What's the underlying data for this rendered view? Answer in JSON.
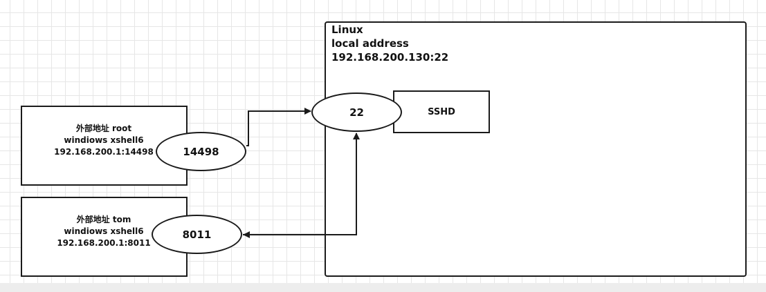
{
  "linux": {
    "lines": [
      "Linux",
      "local address",
      "192.168.200.130:22"
    ]
  },
  "sshd": {
    "label": "SSHD"
  },
  "server_port": {
    "label": "22"
  },
  "clients": [
    {
      "lines": [
        "外部地址 root",
        "windiows xshell6",
        "192.168.200.1:14498"
      ],
      "port": "14498"
    },
    {
      "lines": [
        "外部地址 tom",
        "windiows xshell6",
        "192.168.200.1:8011"
      ],
      "port": "8011"
    }
  ],
  "colors": {
    "line": "#1a1a1a",
    "grid": "#e6e6e6",
    "background": "#ffffff"
  }
}
